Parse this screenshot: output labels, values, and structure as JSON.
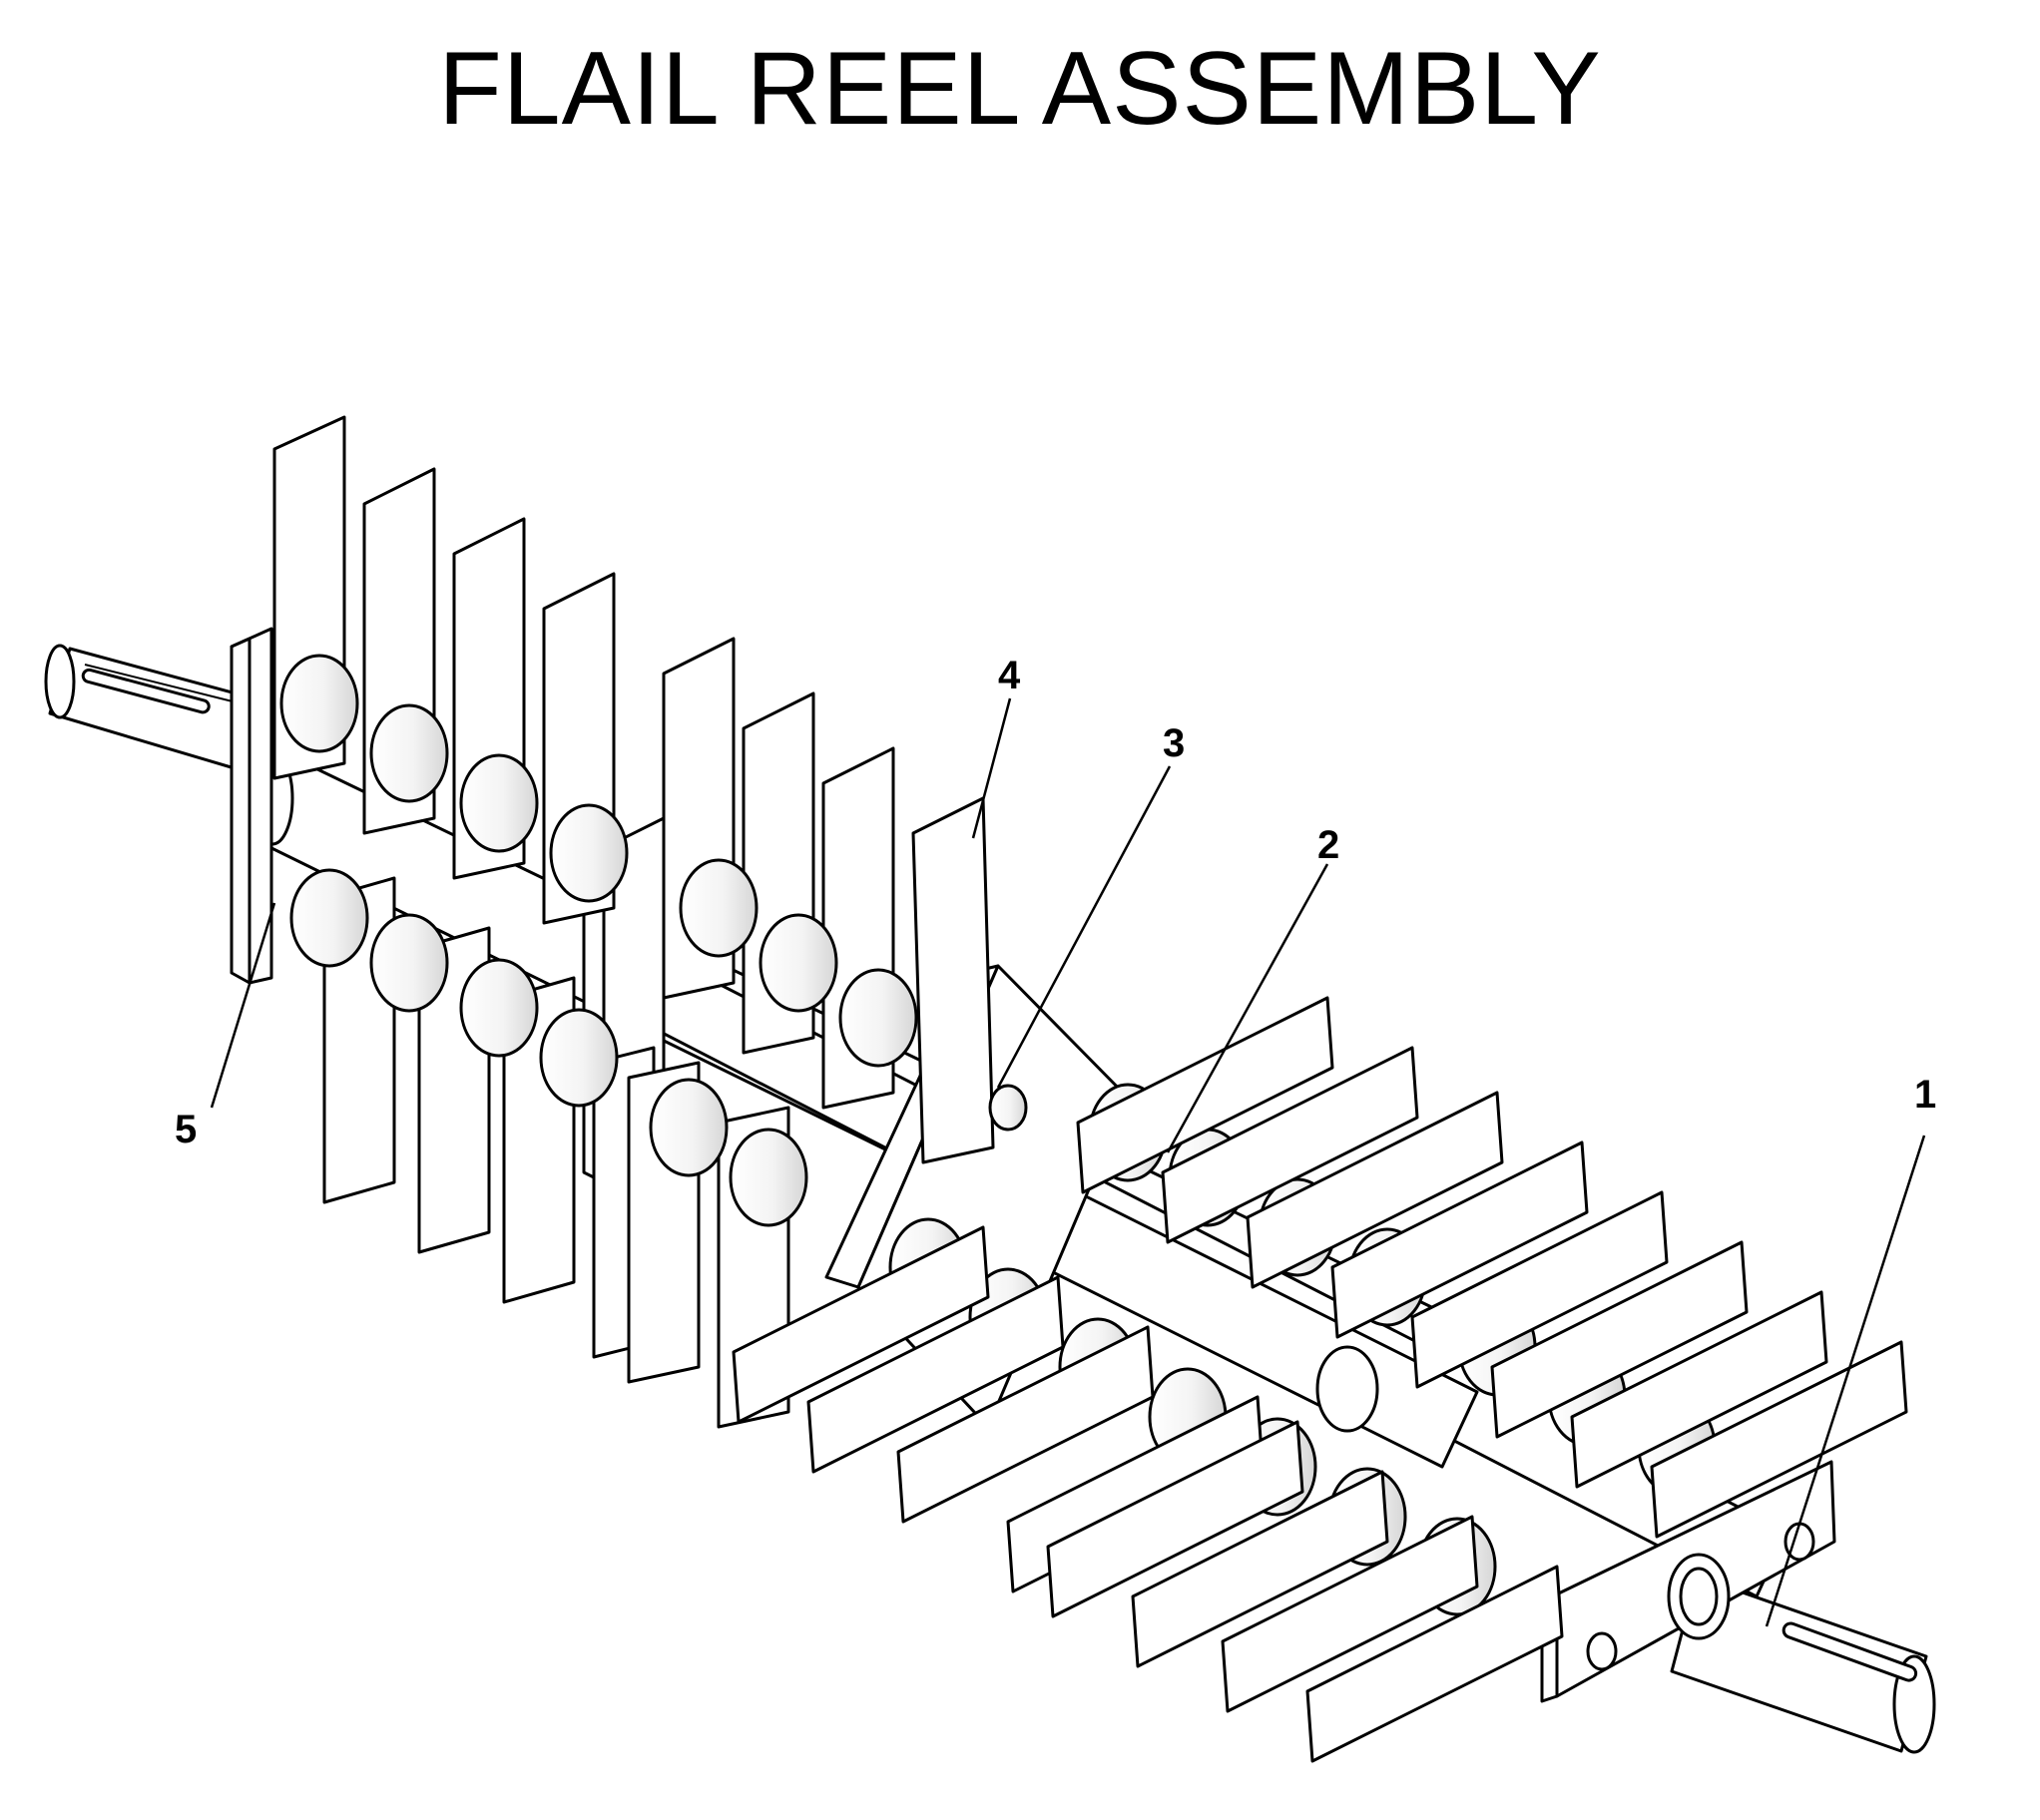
{
  "title": "FLAIL REEL ASSEMBLY",
  "callouts": [
    {
      "id": "callout-1",
      "label": "1"
    },
    {
      "id": "callout-2",
      "label": "2"
    },
    {
      "id": "callout-3",
      "label": "3"
    },
    {
      "id": "callout-4",
      "label": "4"
    },
    {
      "id": "callout-5",
      "label": "5"
    }
  ]
}
